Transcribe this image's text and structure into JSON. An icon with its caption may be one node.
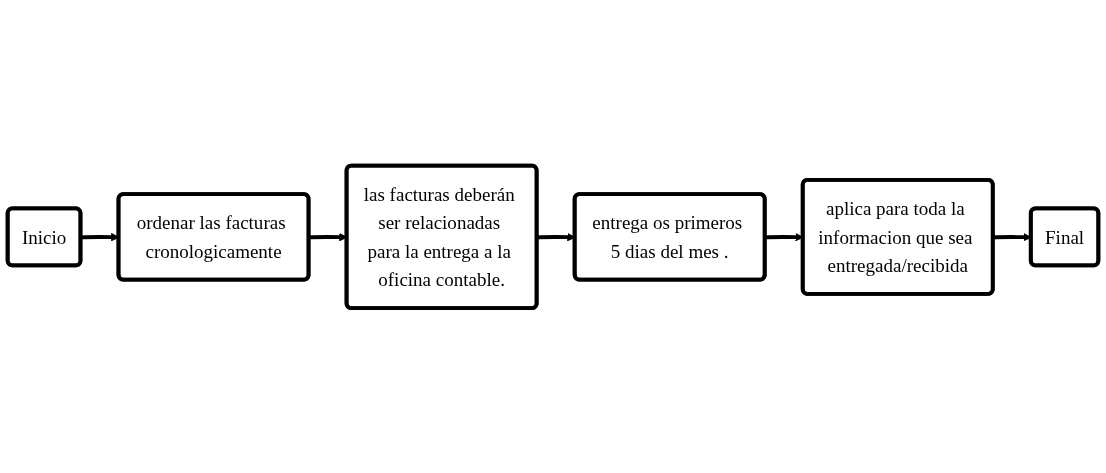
{
  "diagram": {
    "nodes": [
      {
        "text": [
          "Inicio"
        ]
      },
      {
        "text": [
          "ordenar las facturas cronologicamente"
        ]
      },
      {
        "text": [
          "las facturas deberán ser relacionadas para la entrega a la oficina contable."
        ]
      },
      {
        "text": [
          "entrega os primeros 5 dias del mes ."
        ]
      },
      {
        "text": [
          "aplica para toda la informacion que sea entregada/recibida"
        ]
      },
      {
        "text": [
          "Final"
        ]
      }
    ],
    "edges": [
      {
        "from": 0,
        "to": 1,
        "arrow": "to"
      },
      {
        "from": 1,
        "to": 2,
        "arrow": "to"
      },
      {
        "from": 2,
        "to": 3,
        "arrow": "to"
      },
      {
        "from": 3,
        "to": 4,
        "arrow": "to"
      },
      {
        "from": 4,
        "to": 5,
        "arrow": "to"
      }
    ]
  }
}
